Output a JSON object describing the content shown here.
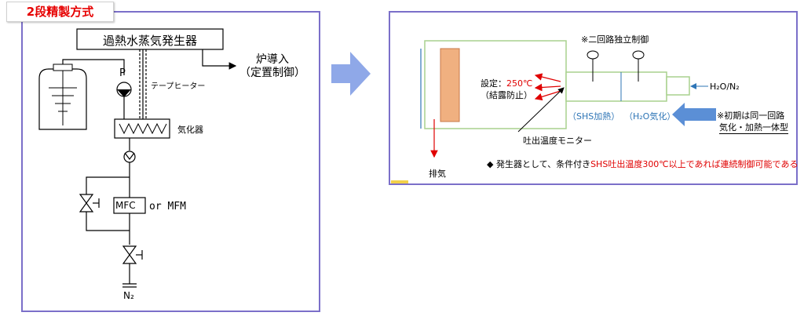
{
  "title": "2段精製方式",
  "left": {
    "generator": "過熱水蒸気発生器",
    "furnace": "炉導入",
    "furnace_sub": "（定置制御）",
    "pump": "P",
    "tape_heater": "テープヒーター",
    "vaporizer": "気化器",
    "flow_ctrl": "MFC",
    "flow_alt": "or  MFM",
    "gas": "N₂"
  },
  "right": {
    "dual_ctrl": "※二回路独立制御",
    "setting_label": "設定：",
    "setting_value": "250℃",
    "condensation": "（結露防止）",
    "gas_in": "H₂O/N₂",
    "shs_heat": "（SHS加熱）",
    "h2o_vapor": "（H₂O気化）",
    "note_line1": "※初期は同一回路",
    "note_line2": "気化・加熱一体型",
    "monitor": "吐出温度モニター",
    "conclusion_prefix": "◆ 発生器として、条件付き",
    "conclusion_red": "SHS吐出温度300℃以上であれば連続制御可能である",
    "exhaust": "排気"
  },
  "colors": {
    "frame": "#7b6fc9",
    "title_red": "#e60000",
    "heater": "#f0b080",
    "heater_border": "#c87848",
    "chamber": "#a9d18e",
    "note_blue": "#2e75b6",
    "big_arrow": "#8fa8e8",
    "red": "#e00000"
  }
}
